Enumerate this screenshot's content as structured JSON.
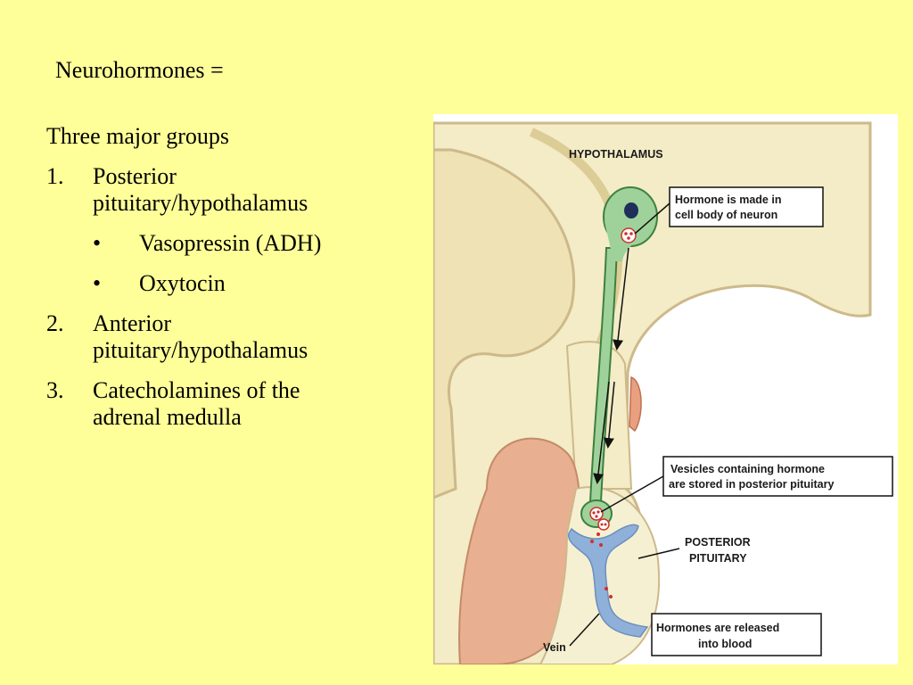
{
  "title": "Neurohormones =",
  "intro": "Three major groups",
  "groups": [
    {
      "number": "1.",
      "label_line1": "Posterior",
      "label_line2": "pituitary/hypothalamus",
      "bullets": [
        {
          "marker": "•",
          "text": "Vasopressin (ADH)"
        },
        {
          "marker": "•",
          "text": "Oxytocin"
        }
      ]
    },
    {
      "number": "2.",
      "label_line1": "Anterior",
      "label_line2": "pituitary/hypothalamus"
    },
    {
      "number": "3.",
      "label_line1": "Catecholamines of the",
      "label_line2": "adrenal medulla"
    }
  ],
  "figure": {
    "hypothalamus_label": "HYPOTHALAMUS",
    "box_made_line1": "Hormone is made in",
    "box_made_line2": "cell body of neuron",
    "box_vesicles_line1": "Vesicles containing hormone",
    "box_vesicles_line2": "are stored in posterior pituitary",
    "posterior_pituitary_line1": "POSTERIOR",
    "posterior_pituitary_line2": "PITUITARY",
    "box_released_line1": "Hormones are released",
    "box_released_line2": "into blood",
    "vein_label": "Vein",
    "colors": {
      "background": "#ffff99",
      "tissue": "#f3ecc6",
      "tissue_outline": "#cdb98a",
      "neuron": "#9fd29a",
      "neuron_outline": "#3f7f3f",
      "nucleus": "#1f2f5a",
      "vein": "#8fb0d8",
      "anterior_pituitary": "#e8b090",
      "vesicle": "#d0302a"
    }
  }
}
